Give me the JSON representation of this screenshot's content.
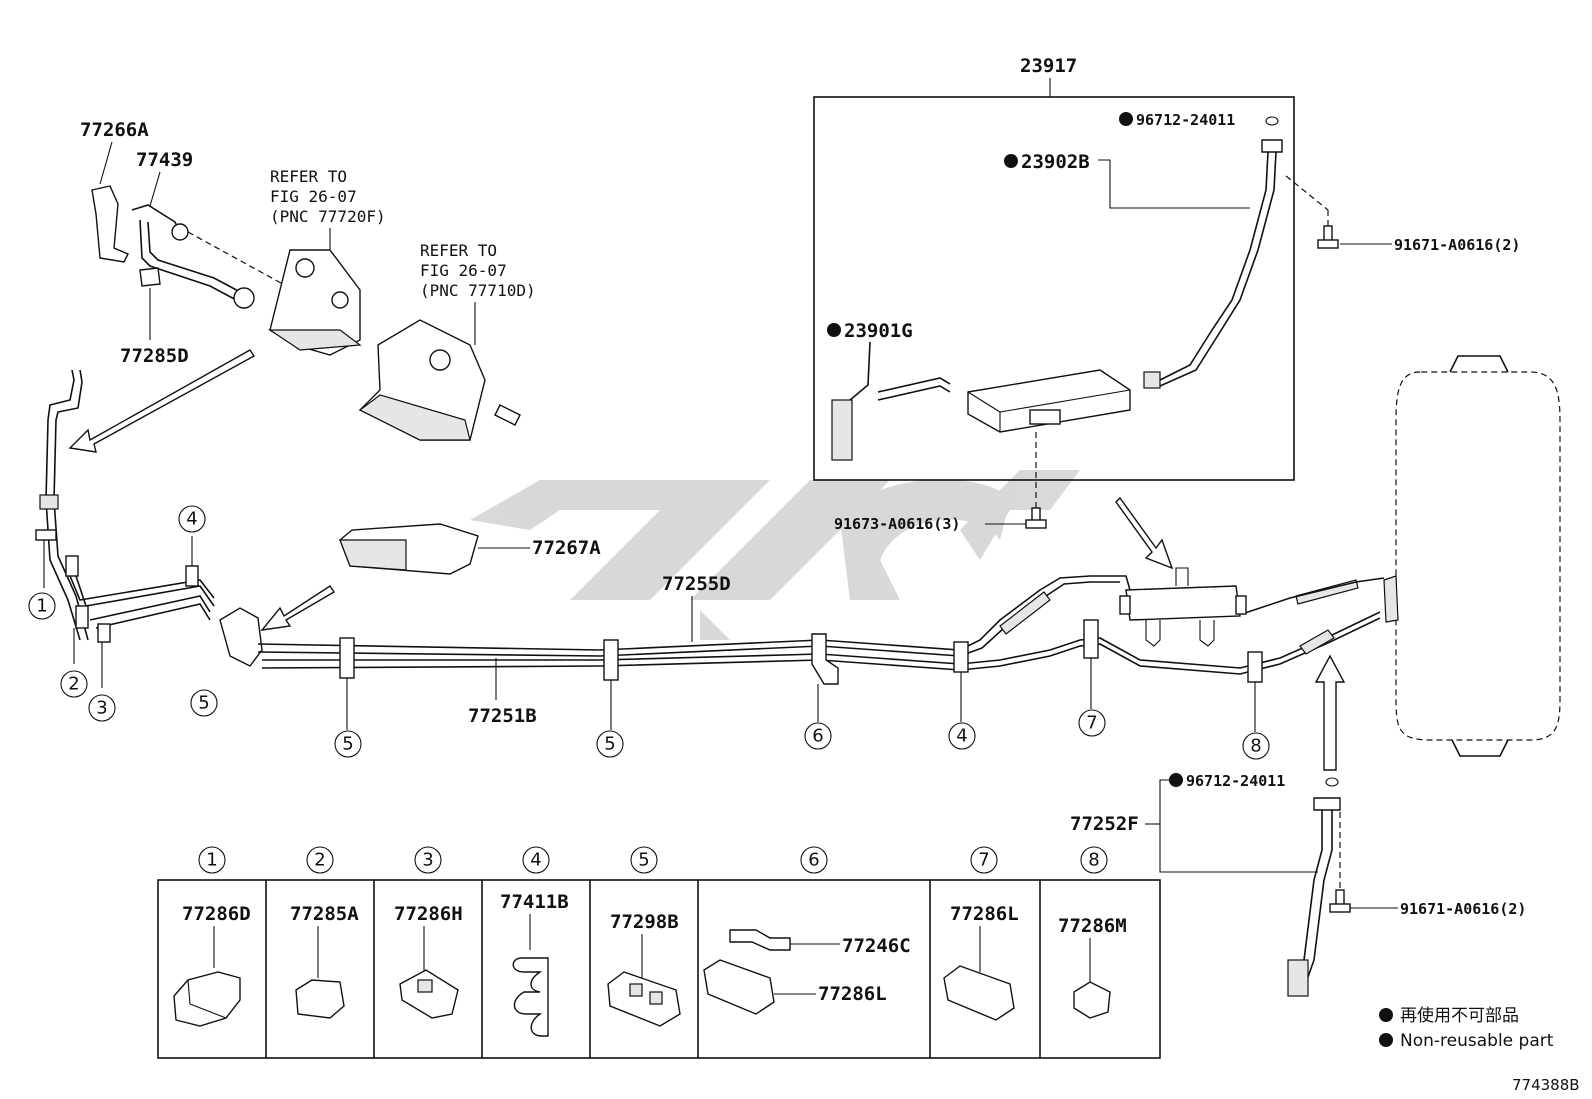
{
  "callouts": {
    "p23917": "23917",
    "p96712_top": "96712-24011",
    "p23902B": "23902B",
    "p91671_top": "91671-A0616(2)",
    "p23901G": "23901G",
    "p91673": "91673-A0616(3)",
    "p77266A": "77266A",
    "p77439": "77439",
    "p77285D": "77285D",
    "ref1": [
      "REFER TO",
      "FIG 26-07",
      "(PNC 77720F)"
    ],
    "ref2": [
      "REFER TO",
      "FIG 26-07",
      "(PNC 77710D)"
    ],
    "p77267A": "77267A",
    "p77255D": "77255D",
    "p77251B": "77251B",
    "p96712_bottom": "96712-24011",
    "p77252F": "77252F",
    "p91671_bottom": "91671-A0616(2)"
  },
  "clip_markers": {
    "m1": "1",
    "m2": "2",
    "m3": "3",
    "m4a": "4",
    "m5a": "5",
    "m5b": "5",
    "m5c": "5",
    "m6": "6",
    "m4b": "4",
    "m7": "7",
    "m8": "8"
  },
  "parts_table": [
    {
      "num": "1",
      "part": "77286D"
    },
    {
      "num": "2",
      "part": "77285A"
    },
    {
      "num": "3",
      "part": "77286H"
    },
    {
      "num": "4",
      "part": "77411B"
    },
    {
      "num": "5",
      "part": "77298B"
    },
    {
      "num": "6",
      "part": "77246C",
      "part2": "77286L"
    },
    {
      "num": "7",
      "part": "77286L"
    },
    {
      "num": "8",
      "part": "77286M"
    }
  ],
  "legend": {
    "jp": "再使用不可部品",
    "en": "Non-reusable part"
  },
  "figure_code": "774388B",
  "colors": {
    "line": "#111111",
    "watermark": "#d0d0d0",
    "background": "#ffffff"
  }
}
